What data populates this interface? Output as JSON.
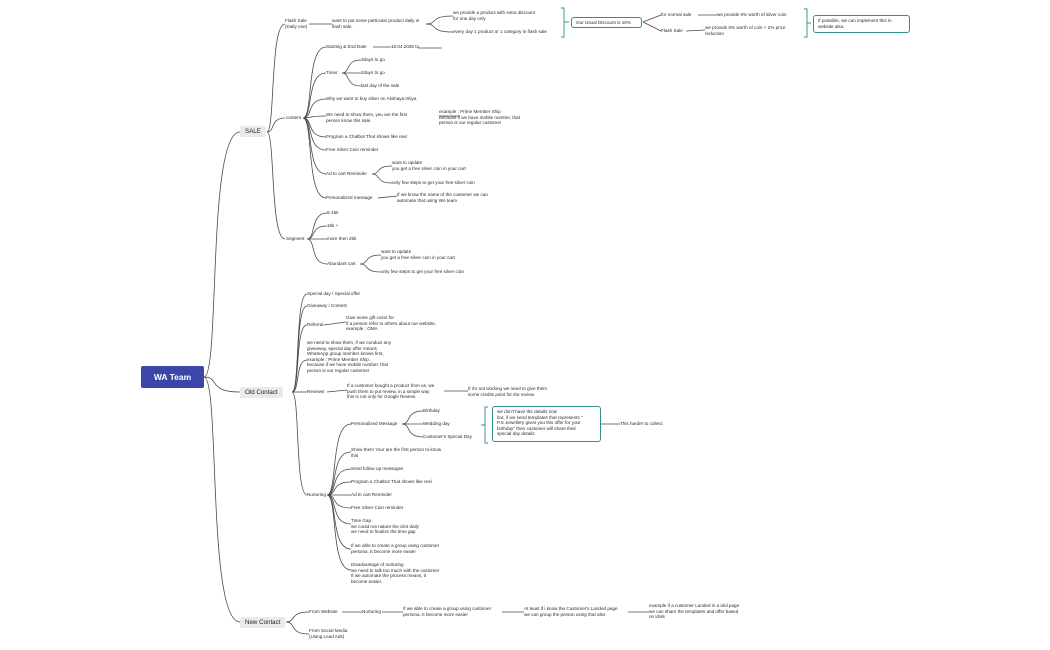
{
  "title": "WA Team",
  "colors": {
    "root": "#3b46a8",
    "accent": "#2f8f86",
    "line": "#4a4a4a"
  },
  "sale": {
    "label": "SALE",
    "flash_sale": "Flash Sale\n(Daily one)",
    "flash_desc": "want to put some particular product daily in\nflash sale.",
    "flash_opt1": "we provide a product with extra discount\nfor one day only",
    "flash_opt2": "every day 1 product or 1 category in flash sale",
    "usual_discount": "Our Usual Discount is 10%",
    "for_normal_sale": "for normal sale",
    "normal_sale_value": "we provide 6% worth of silver coin",
    "flash_sale_2": "Flash Sale",
    "flash_sale_value": "we provide 6% worth of coin + 2% price\nreduction",
    "implement_note": "If possible, we can implement this in\nwebsite also.",
    "start_end_date": "Starting & End Date",
    "date_value": "18.04.2025 to",
    "timer": "Timer",
    "timer_1": "3days to go",
    "timer_2": "2days to go",
    "timer_3": "last day of the sale",
    "content": "content",
    "content_1": "Why we want to buy silver on Akshaya tritiya",
    "content_2": "We need to show them, you are the first\nperson know this sale.",
    "content_2_example": "example : Prime Member Ship\nbecause if we have mobile number, that\nperson is our regular customer",
    "content_3": "Program a Chatbot That shows like real",
    "content_4": "Free Silver Coin reminder",
    "content_5": "Ad to cart Reminder",
    "content_5_a": "want to update\nyou get a free silver coin in your cart",
    "content_5_b": "only few steps to get your free silver coin",
    "content_6": "Personalized message",
    "content_6_desc": "If we know the name of the customer we can\nautomate that using WA team",
    "segment": "Segment",
    "seg_1": "5-15k",
    "seg_2": "15k +",
    "seg_3": "more then 25k",
    "seg_4": "Abundant cart",
    "seg_4_a": "want to update\nyou get a free silver coin in your cart",
    "seg_4_b": "only few steps to get your free silver coin"
  },
  "old_contact": {
    "label": "Old Contact",
    "special_day": "Special day / Special offer",
    "giveaway": "Giveaway / Contest",
    "referral": "Referral",
    "referral_desc": "Give some gift coins for\nif a person refer to others about our website,\nexample : OMA",
    "show_them": "we need to show them, if we conduct any\ngiveaway, special day offer means\nWhatsApp group member knows first,\nexample : Prime Member Ship ,\nbecause if we have mobile number, that\nperson is our regular customer",
    "reviews": "Reviews",
    "reviews_desc": "If a customer bought a product from us, we\npush them to put review, in a simple way\nthis is not only for Google Review.",
    "reviews_note": "If it's not working we need to give them\nsome credits point for the review.",
    "personalized_message": "Personalized Message",
    "birthday": "Birthday",
    "wedding_day": "Wedding day",
    "customer_special_day": "Customer's Special Day",
    "details_box": "we don't have the details now\nbut, if we send templates that represents \"\nP.S Jewellery gives you this offer for your\nbirthday\" then customer will share their\nspecial day details",
    "harder_note": "This harder to collect",
    "nurturing": "Nurturing",
    "nur_1": "Show them Your are the first person to know\nthis",
    "nur_2": "Send follow up messages",
    "nur_3": "Program a Chatbot That shows like real",
    "nur_4": "Ad to cart Reminder",
    "nur_5": "Free Silver Coin reminder",
    "nur_6": "Time Gap\nwe could not nature the clint daily\nwe need to finalize the time gap",
    "nur_7": "If we able to create a group using customer\npersona. It become more easier",
    "nur_8": "Disadvantage of nurturing\nwe need to talk too much with the customer\nIf we automate the process means, it\nbecome easier."
  },
  "new_contact": {
    "label": "New Contact",
    "from_website": "From Website",
    "nurturing": "Nurturing",
    "nurturing_desc": "If we able to create a group using customer\npersona. It become more easier",
    "landed_page": "At least If i know the Customer's Landed page\nwe can group the person using that also",
    "landed_example": "example if a customer Landed in a idol page\nwe can share the templates and offer based\non idols",
    "from_social": "From Social Media\n(Using Lead Ads)"
  }
}
